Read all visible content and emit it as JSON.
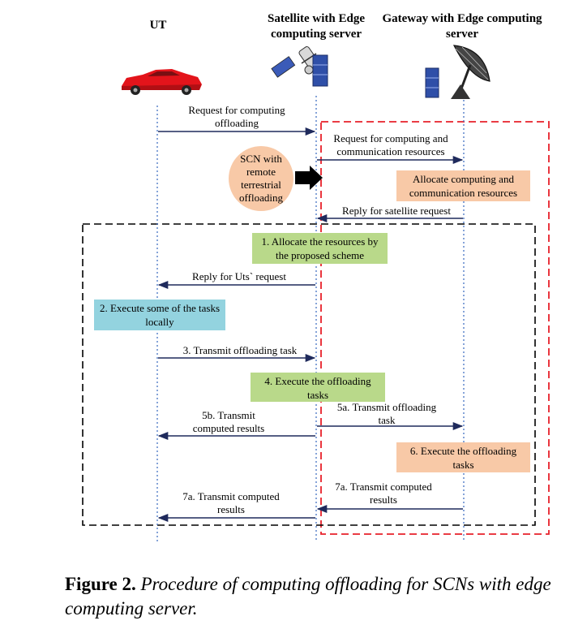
{
  "headers": {
    "ut": "UT",
    "satellite": "Satellite with Edge computing server",
    "gateway": "Gateway with Edge computing server"
  },
  "scn_circle": "SCN with remote terrestrial offloading",
  "messages": {
    "m1": "Request for computing offloading",
    "m2": "Request for computing and communication resources",
    "m3": "Reply for satellite request",
    "m4": "Reply for Uts` request",
    "m5": "3. Transmit offloading task",
    "m6": "5b. Transmit computed results",
    "m7": "5a. Transmit offloading task",
    "m8": "7a. Transmit computed results",
    "m9": "7a. Transmit computed results"
  },
  "boxes": {
    "allocate_gw": "Allocate computing and communication resources",
    "allocate_scheme": "1. Allocate the resources by the proposed scheme",
    "execute_local": "2. Execute some of the tasks locally",
    "execute_sat": "4. Execute  the offloading tasks",
    "execute_gw": "6. Execute  the offloading tasks"
  },
  "caption": {
    "label": "Figure 2.",
    "text": "Procedure of computing offloading for SCNs with edge computing server."
  },
  "colors": {
    "lifeline": "#4472c4",
    "arrow": "#1f2a5c",
    "red_dash": "#e8202a",
    "black_dash": "#000000",
    "green": "#b9d98a",
    "blue": "#93d3df",
    "orange": "#f8c9a7"
  },
  "icons": [
    "car-icon",
    "satellite-icon",
    "server-rack-icon",
    "satellite-dish-icon",
    "block-arrow-icon"
  ]
}
